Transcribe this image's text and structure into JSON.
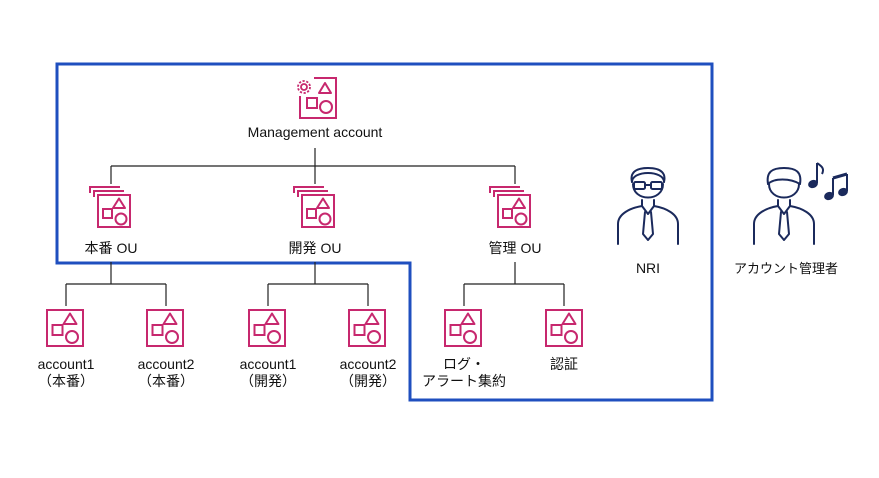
{
  "colors": {
    "boundary": "#1f4fbf",
    "icon": "#c7286e",
    "person": "#1b2a5c",
    "tree_line": "#222222"
  },
  "management": {
    "label": "Management account",
    "icon": "management-account-icon"
  },
  "ous": [
    {
      "label": "本番 OU",
      "icon": "organizational-unit-icon"
    },
    {
      "label": "開発 OU",
      "icon": "organizational-unit-icon"
    },
    {
      "label": "管理 OU",
      "icon": "organizational-unit-icon"
    }
  ],
  "accounts": [
    {
      "line1": "account1",
      "line2": "（本番）"
    },
    {
      "line1": "account2",
      "line2": "（本番）"
    },
    {
      "line1": "account1",
      "line2": "（開発）"
    },
    {
      "line1": "account2",
      "line2": "（開発）"
    },
    {
      "line1": "ログ・",
      "line2": "アラート集約"
    },
    {
      "line1": "認証",
      "line2": ""
    }
  ],
  "people": [
    {
      "label": "NRI",
      "icon": "person-glasses-icon"
    },
    {
      "label": "アカウント管理者",
      "icon": "person-music-icon"
    }
  ]
}
